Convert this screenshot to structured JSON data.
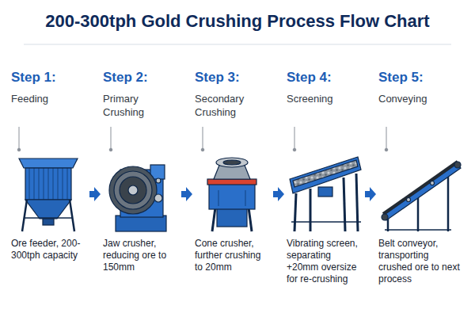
{
  "diagram": {
    "title": "200-300tph Gold Crushing Process Flow Chart",
    "nodes": [
      {
        "text": [
          "Step 1:",
          "Feeding",
          "Ore feeder, 200-300tph capacity"
        ]
      },
      {
        "text": [
          "Step 2:",
          "Primary Crushing",
          "Jaw crusher, reducing ore to 150mm"
        ]
      },
      {
        "text": [
          "Step 3:",
          "Secondary Crushing",
          "Cone crusher, further crushing to 20mm"
        ]
      },
      {
        "text": [
          "Step 4:",
          "Screening",
          "Vibrating screen, separating +20mm oversize for re-crushing"
        ]
      },
      {
        "text": [
          "Step 5:",
          "Conveying",
          "Belt conveyor, transporting crushed ore to next process"
        ]
      }
    ],
    "edges": [
      {
        "from": 0,
        "to": 1,
        "arrow": "to"
      },
      {
        "from": 1,
        "to": 2,
        "arrow": "to"
      },
      {
        "from": 2,
        "to": 3,
        "arrow": "to"
      },
      {
        "from": 3,
        "to": 4,
        "arrow": "to"
      }
    ]
  }
}
